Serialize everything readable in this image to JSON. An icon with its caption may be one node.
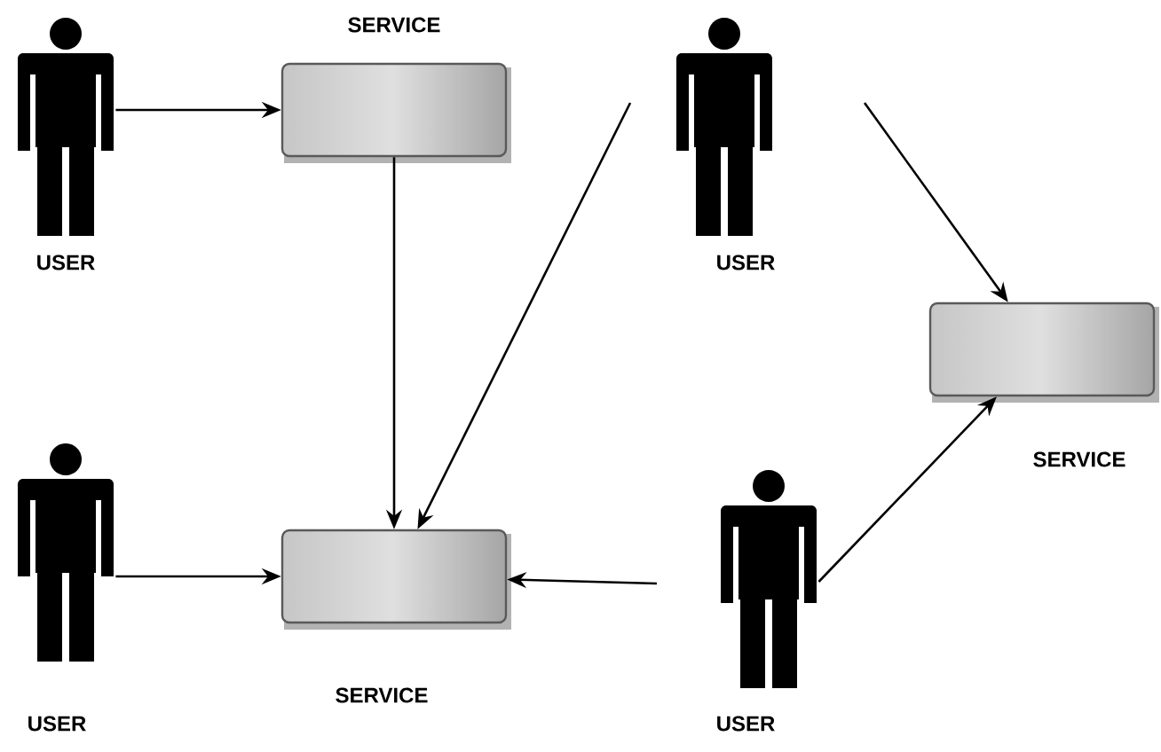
{
  "diagram": {
    "nodes": [
      {
        "text": [],
        "shape": "person",
        "beside": [
          "USER"
        ]
      },
      {
        "text": [],
        "shape": "box",
        "beside": [
          "SERVICE"
        ]
      },
      {
        "text": [],
        "shape": "person",
        "beside": [
          "USER"
        ]
      },
      {
        "text": [],
        "shape": "person",
        "beside": [
          "USER"
        ]
      },
      {
        "text": [],
        "shape": "box",
        "beside": [
          "SERVICE"
        ]
      },
      {
        "text": [],
        "shape": "box",
        "beside": [
          "SERVICE"
        ]
      },
      {
        "text": [],
        "shape": "person",
        "beside": [
          "USER"
        ]
      }
    ],
    "edges": [
      {
        "from": 0,
        "to": 1,
        "arrow": "to"
      },
      {
        "from": 1,
        "to": 4,
        "arrow": "to"
      },
      {
        "from": null,
        "to": 4,
        "arrow": "to"
      },
      {
        "from": null,
        "to": 5,
        "arrow": "to"
      },
      {
        "from": 3,
        "to": 4,
        "arrow": "to"
      },
      {
        "from": null,
        "to": 4,
        "arrow": "to"
      },
      {
        "from": 6,
        "to": 5,
        "arrow": "to"
      }
    ]
  }
}
